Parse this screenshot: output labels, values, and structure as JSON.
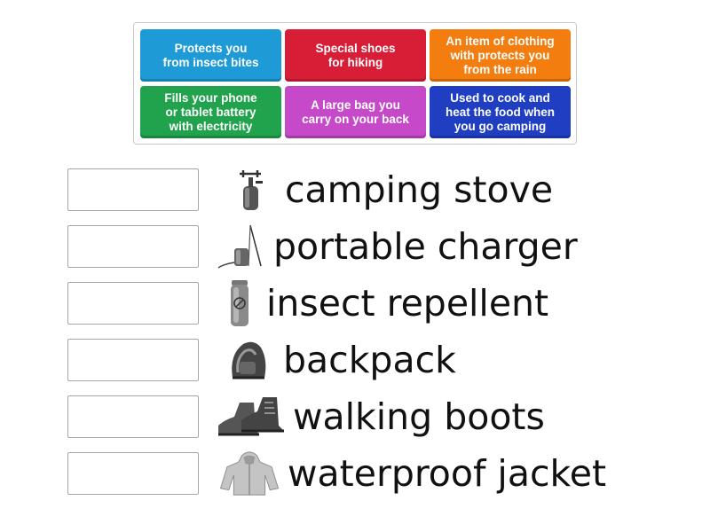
{
  "cards": [
    {
      "id": "c1",
      "text": "Protects you\nfrom insect bites",
      "color": "#1e9bd7"
    },
    {
      "id": "c2",
      "text": "Special shoes\nfor hiking",
      "color": "#d81e36"
    },
    {
      "id": "c3",
      "text": "An item of clothing\nwith protects you\nfrom the rain",
      "color": "#f37d0f"
    },
    {
      "id": "c4",
      "text": "Fills your phone\nor tablet battery\nwith electricity",
      "color": "#21a24c"
    },
    {
      "id": "c5",
      "text": "A large bag you\ncarry on your back",
      "color": "#c649c9"
    },
    {
      "id": "c6",
      "text": "Used to cook and\nheat the food when\nyou go camping",
      "color": "#1f3ec2"
    }
  ],
  "items": [
    {
      "label": "camping stove",
      "icon": "camping-stove-icon"
    },
    {
      "label": "portable charger",
      "icon": "portable-charger-icon"
    },
    {
      "label": "insect repellent",
      "icon": "insect-repellent-icon"
    },
    {
      "label": "backpack",
      "icon": "backpack-icon"
    },
    {
      "label": "walking boots",
      "icon": "walking-boots-icon"
    },
    {
      "label": "waterproof jacket",
      "icon": "waterproof-jacket-icon"
    }
  ]
}
